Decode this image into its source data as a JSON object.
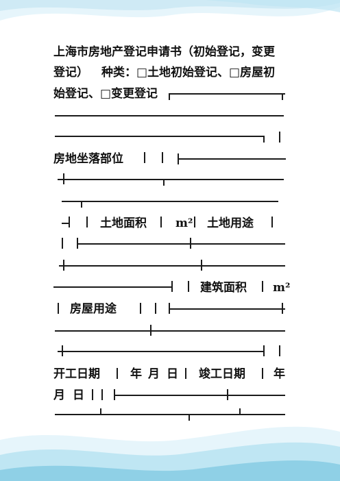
{
  "document": {
    "title_line1": "上海市房地产登记申请书（初始登记，变更",
    "title_line2_a": "登记）",
    "title_line2_b": "种类：□土地初始登记、□房屋初",
    "title_line3": "始登记、□变更登记",
    "field_location": "房地坐落部位",
    "field_land_area": "土地面积",
    "unit_m2_a": "m²",
    "field_land_use": "土地用途",
    "field_building_area": "建筑面积",
    "unit_m2_b": "m²",
    "field_house_use": "房屋用途",
    "field_start_date": "开工日期",
    "date_year_a": "年",
    "date_month_a": "月",
    "date_day_a": "日",
    "field_finish_date": "竣工日期",
    "date_year_b": "年",
    "date_month_b": "月",
    "date_day_b": "日"
  },
  "colors": {
    "wave_light": "#e6f5fb",
    "wave_mid": "#bfe6f3",
    "wave_deep": "#8fd0e6",
    "ink": "#111111"
  }
}
